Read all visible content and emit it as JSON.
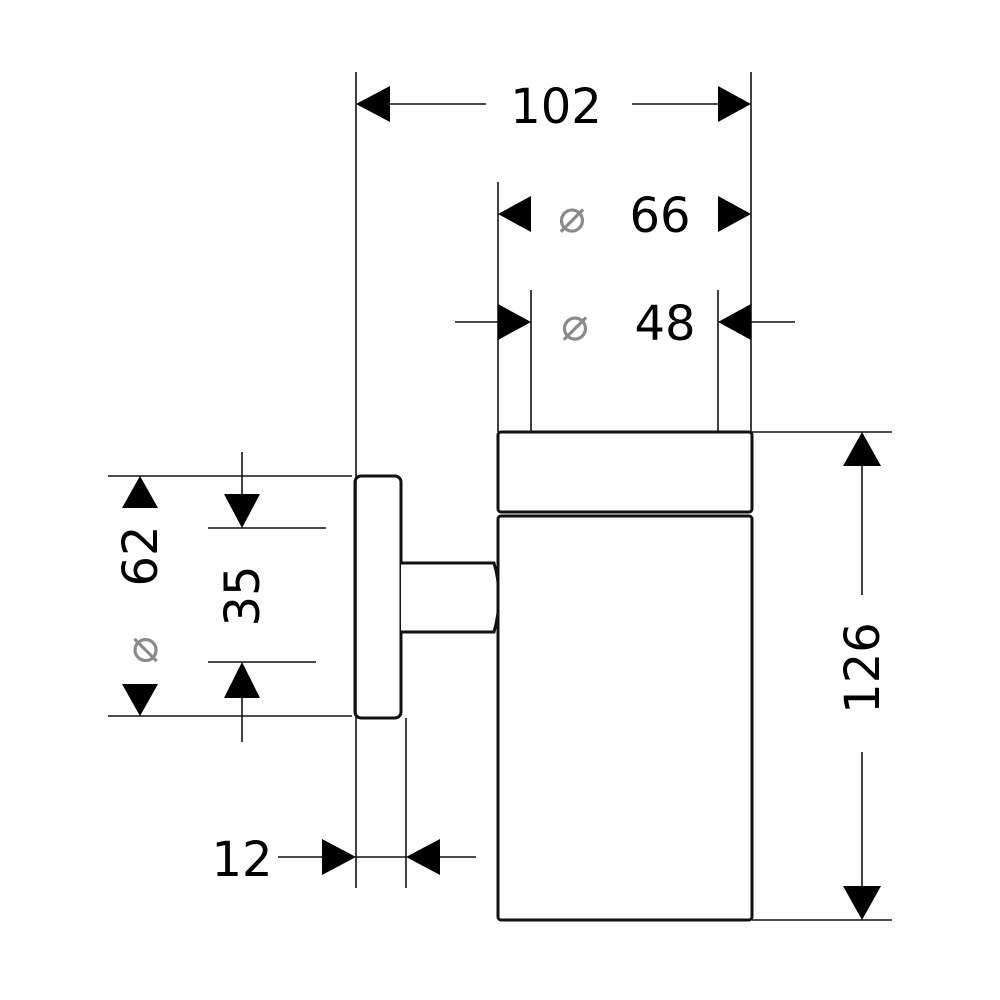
{
  "dimensions": {
    "overall_depth": "102",
    "outer_diameter_symbol": "⌀",
    "outer_diameter": "66",
    "inner_diameter_symbol": "⌀",
    "inner_diameter": "48",
    "height": "126",
    "wall_plate_diameter_symbol": "⌀",
    "wall_plate_diameter": "62",
    "mount_spacing": "35",
    "wall_plate_thickness": "12"
  },
  "colors": {
    "line": "#111111",
    "arrow": "#000000",
    "diameter_symbol": "#8a8a8a",
    "background": "#ffffff"
  }
}
